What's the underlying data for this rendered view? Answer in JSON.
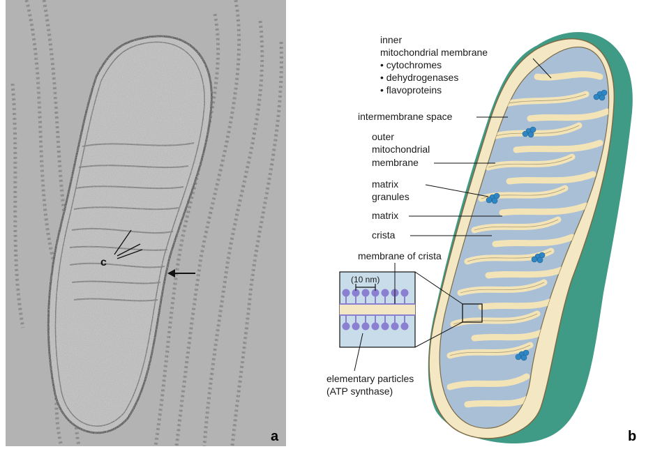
{
  "panel_a": {
    "letter": "a",
    "crista_marker": "c"
  },
  "panel_b": {
    "letter": "b",
    "labels": {
      "inner_line1": "inner",
      "inner_line2": "mitochondrial membrane",
      "inner_item1": "• cytochromes",
      "inner_item2": "• dehydrogenases",
      "inner_item3": "• flavoproteins",
      "intermembrane": "intermembrane space",
      "outer_line1": "outer",
      "outer_line2": "mitochondrial",
      "outer_line3": "membrane",
      "granules_line1": "matrix",
      "granules_line2": "granules",
      "matrix": "matrix",
      "crista": "crista",
      "membrane_of_crista": "membrane of crista",
      "scale": "(10 nm)",
      "particles_line1": "elementary particles",
      "particles_line2": "(ATP synthase)"
    }
  },
  "colors": {
    "outer_membrane": "#f4e7c3",
    "outer_shell": "#3f9a86",
    "matrix": "#a9bfd6",
    "crista": "#f3e4b8",
    "granule": "#2f86c4",
    "particle": "#8a7fd0",
    "inset_bg": "#c8dcea"
  }
}
